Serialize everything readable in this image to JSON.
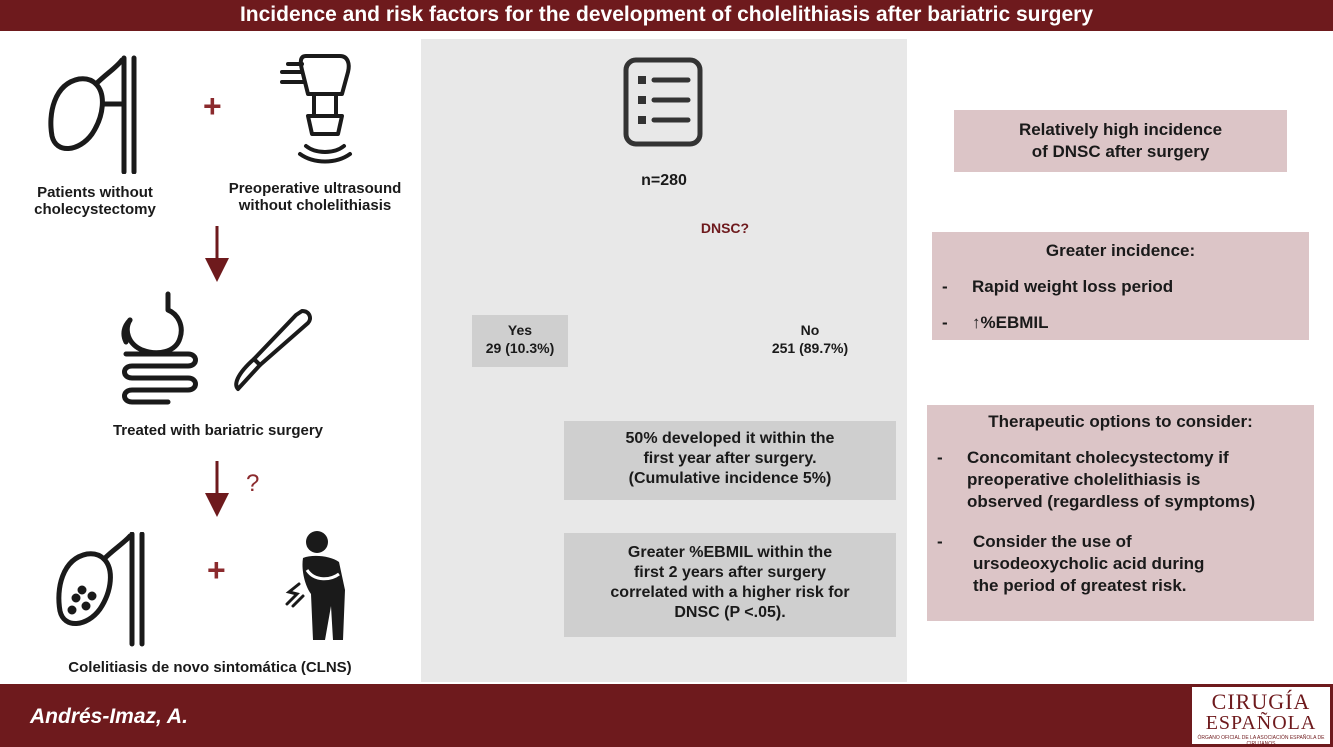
{
  "header": {
    "title": "Incidence and risk factors for the development of cholelithiasis after bariatric surgery"
  },
  "colors": {
    "brand": "#6e1a1d",
    "accent": "#8b2a2d",
    "panel_gray": "#e8e8e8",
    "box_gray": "#cfcfcf",
    "box_pink": "#dcc5c7"
  },
  "left": {
    "patients_label": "Patients without\ncholecystectomy",
    "ultrasound_label": "Preoperative ultrasound\nwithout cholelithiasis",
    "plus": "+",
    "surgery_label": "Treated with bariatric surgery",
    "question": "?",
    "outcome_label": "Colelitiasis de novo sintomática (CLNS)",
    "icons": [
      "gallbladder-icon",
      "ultrasound-probe-icon",
      "stomach-intestine-icon",
      "scalpel-icon",
      "gallbladder-stones-icon",
      "abdominal-pain-person-icon"
    ]
  },
  "center": {
    "n": "n=280",
    "question": "DNSC?",
    "yes_label": "Yes",
    "yes_value": "29 (10.3%)",
    "no_label": "No",
    "no_value": "251 (89.7%)",
    "finding1": "50% developed it within the\nfirst year after surgery.\n(Cumulative incidence 5%)",
    "finding2": "Greater %EBMIL within the\nfirst 2 years after surgery\ncorrelated with a higher risk for\nDNSC (P <.05).",
    "icon": "checklist-icon"
  },
  "right": {
    "box1": "Relatively high incidence\nof DNSC after surgery",
    "box2_title": "Greater incidence:",
    "box2_items": [
      "Rapid weight loss period",
      "↑%EBMIL"
    ],
    "box3_title": "Therapeutic options to consider:",
    "box3_items": [
      "Concomitant cholecystectomy if\npreoperative cholelithiasis is\nobserved (regardless of symptoms)",
      "Consider the use of\nursodeoxycholic acid during\nthe period of greatest risk."
    ],
    "dash": "-"
  },
  "footer": {
    "author": "Andrés-Imaz, A.",
    "logo_main": "CIRUGÍA",
    "logo_sub": "ESPAÑOLA",
    "logo_tag": "ÓRGANO OFICIAL DE LA ASOCIACIÓN ESPAÑOLA DE CIRUJANOS"
  }
}
